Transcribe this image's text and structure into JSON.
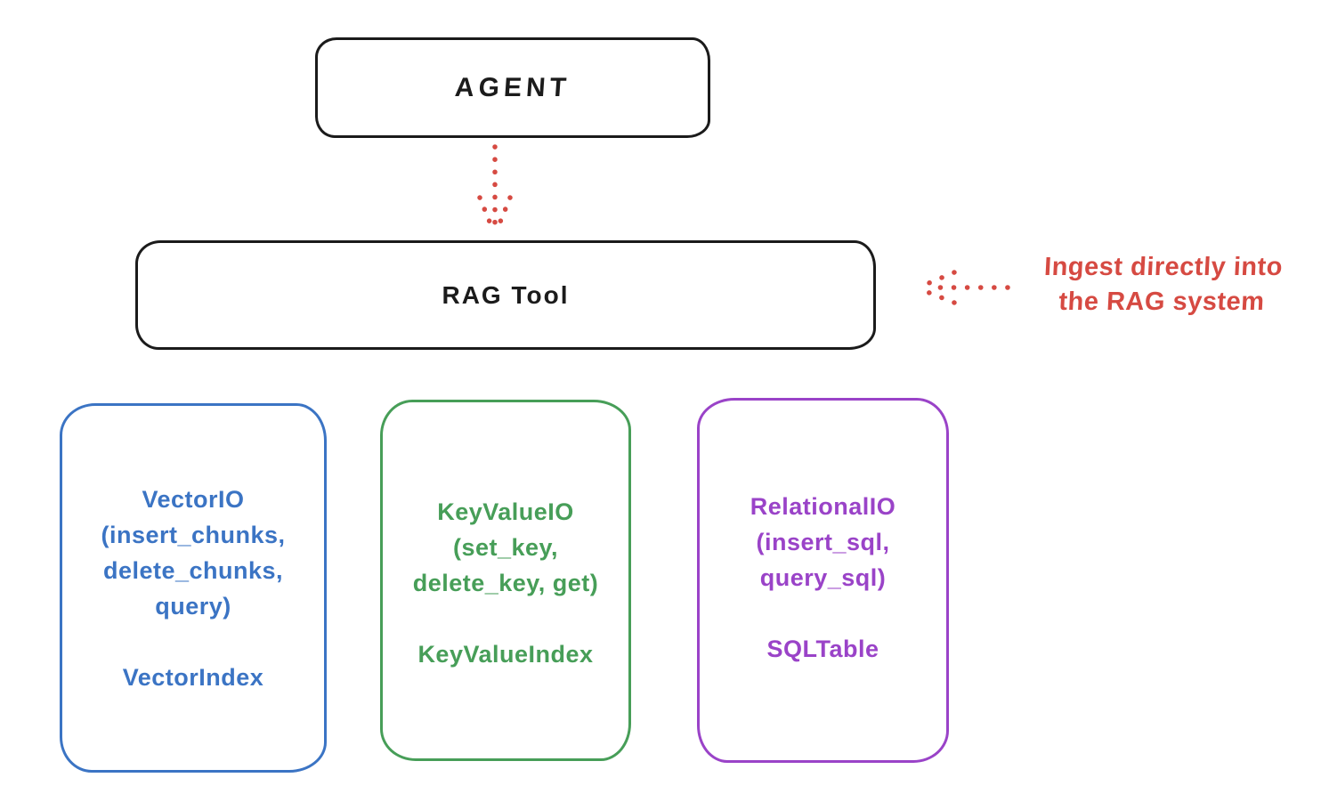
{
  "colors": {
    "ink": "#1b1b1b",
    "red": "#d64a42",
    "blue": "#3b74c4",
    "green": "#479e58",
    "purple": "#9a43c8",
    "background": "#ffffff"
  },
  "agent_box": {
    "label": "AGENT"
  },
  "rag_tool_box": {
    "label": "RAG Tool"
  },
  "ingest_annotation": {
    "line1": "Ingest directly into",
    "line2": "the RAG system"
  },
  "arrows": [
    {
      "name": "agent-to-rag-arrow",
      "style": "dotted",
      "direction": "down",
      "color": "#d64a42"
    },
    {
      "name": "ingest-arrow",
      "style": "dotted",
      "direction": "left",
      "color": "#d64a42"
    }
  ],
  "storage_boxes": [
    {
      "name": "vector-io",
      "color": "#3b74c4",
      "lines": [
        "VectorIO",
        "(insert_chunks,",
        "delete_chunks,",
        "query)"
      ],
      "index_label": "VectorIndex"
    },
    {
      "name": "key-value-io",
      "color": "#479e58",
      "lines": [
        "KeyValueIO",
        "(set_key,",
        "delete_key, get)"
      ],
      "index_label": "KeyValueIndex"
    },
    {
      "name": "relational-io",
      "color": "#9a43c8",
      "lines": [
        "RelationalIO",
        "(insert_sql,",
        "query_sql)"
      ],
      "index_label": "SQLTable"
    }
  ]
}
